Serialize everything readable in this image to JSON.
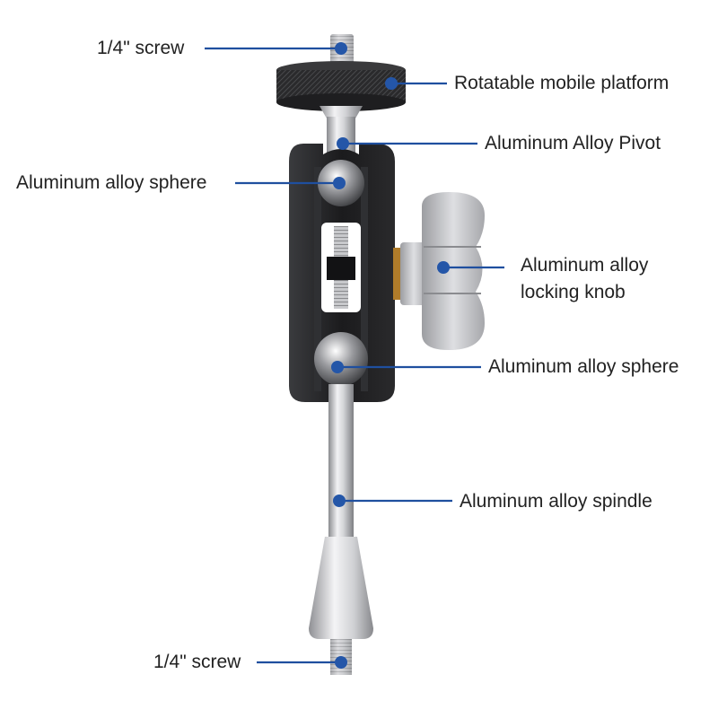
{
  "colors": {
    "leader": "#1f4f9f",
    "dot": "#2456a8",
    "label_text": "#222222",
    "body_black": "#1c1c1e",
    "metal_light": "#e6e6e8",
    "metal_mid": "#b9babd",
    "metal_dark": "#7d7e82"
  },
  "labels": {
    "top_screw": "1/4\" screw",
    "platform": "Rotatable mobile platform",
    "pivot": "Aluminum Alloy Pivot",
    "upper_sphere": "Aluminum alloy sphere",
    "knob_line1": "Aluminum alloy",
    "knob_line2": "locking knob",
    "lower_sphere": "Aluminum alloy sphere",
    "spindle": "Aluminum alloy spindle",
    "bottom_screw": "1/4\" screw"
  }
}
